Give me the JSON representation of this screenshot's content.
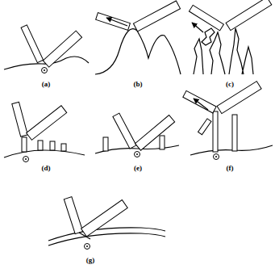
{
  "diagram": {
    "labels": [
      "(a)",
      "(b)",
      "(c)",
      "(d)",
      "(e)",
      "(f)",
      "(g)"
    ]
  }
}
